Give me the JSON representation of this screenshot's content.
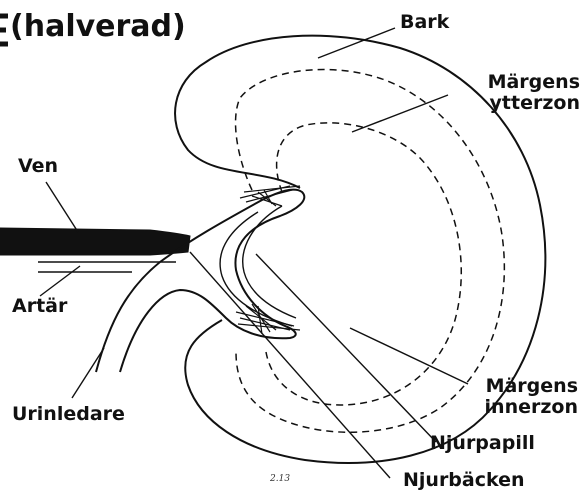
{
  "title": "(halverad)",
  "labels": {
    "bark": "Bark",
    "margens_ytterzon": [
      "Märgens",
      "ytterzon"
    ],
    "ven": "Ven",
    "artar": "Artär",
    "urinledare": "Urinledare",
    "margens_innerzon": [
      "Märgens",
      "innerzon"
    ],
    "njurpapill": "Njurpapill",
    "njurbacken": "Njurbäcken"
  },
  "signature": "2.13",
  "colors": {
    "ink": "#111111",
    "background": "#ffffff"
  }
}
